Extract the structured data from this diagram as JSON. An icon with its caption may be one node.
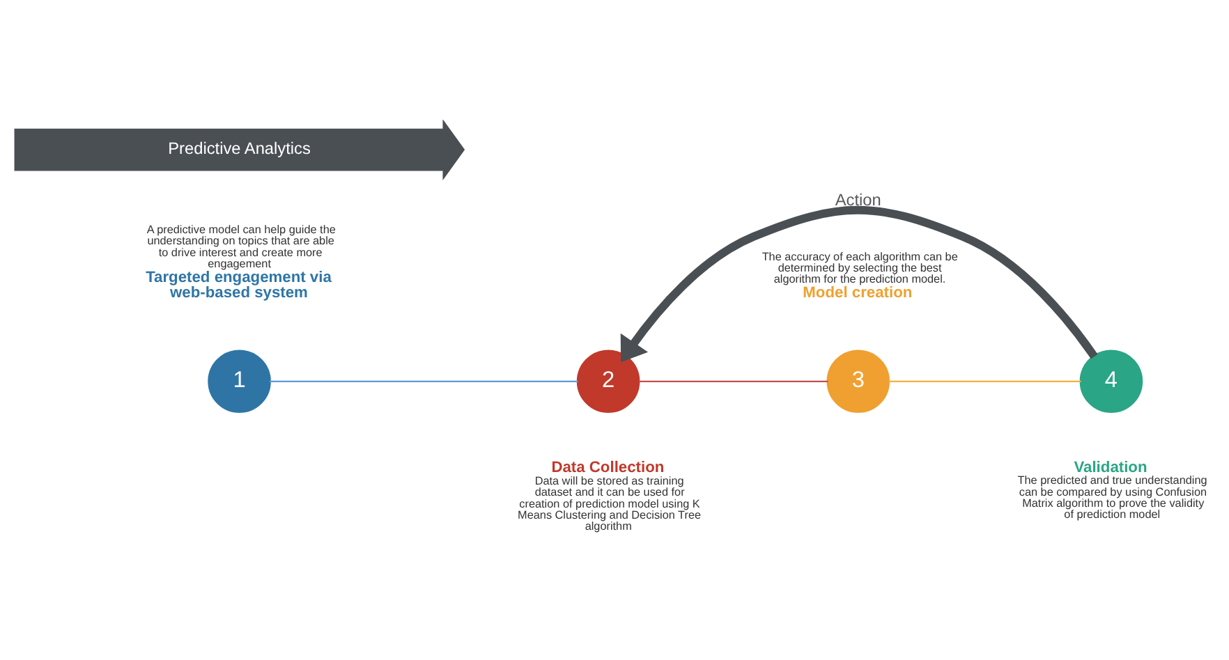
{
  "diagram": {
    "nodes": [
      {
        "text": [
          "Predictive Analytics"
        ]
      },
      {
        "text": [
          "1"
        ],
        "beside": [
          "A predictive model can help guide the understanding on topics that are able to drive interest and create more engagement",
          "Targeted engagement via web-based system"
        ]
      },
      {
        "text": [
          "2"
        ],
        "beside": [
          "Data Collection",
          "Data will be stored as training dataset and it can be used for creation of prediction model using K Means Clustering and Decision Tree algorithm"
        ]
      },
      {
        "text": [
          "3"
        ],
        "beside": [
          "The accuracy of each algorithm can be determined by selecting the best algorithm for the prediction model.",
          "Model creation"
        ]
      },
      {
        "text": [
          "4"
        ],
        "beside": [
          "Validation",
          "The predicted and true understanding can be compared by using Confusion Matrix algorithm to prove the validity of prediction model"
        ]
      }
    ],
    "edges": [
      {
        "from": 1,
        "to": 2,
        "arrow": "none",
        "color": "#5b9bd5"
      },
      {
        "from": 2,
        "to": 3,
        "arrow": "none",
        "color": "#c0504d"
      },
      {
        "from": 3,
        "to": 4,
        "arrow": "none",
        "color": "#f5b041"
      },
      {
        "from": 4,
        "to": 2,
        "arrow": "to",
        "label": "Action",
        "style": "thick",
        "color": "#4a4f54"
      }
    ]
  }
}
